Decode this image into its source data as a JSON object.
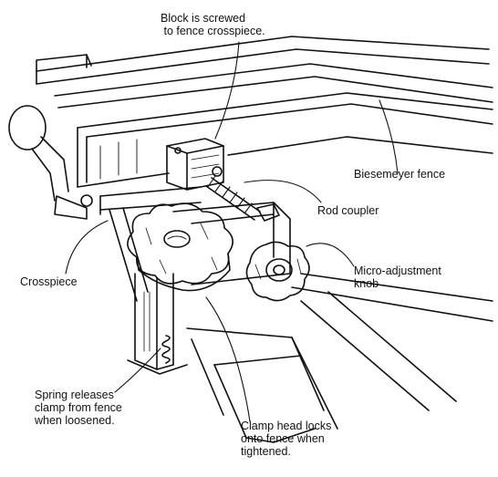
{
  "labels": {
    "block": "Block is screwed\n to fence crosspiece.",
    "fence": "Biesemeyer fence",
    "rod_coupler": "Rod coupler",
    "micro_adjust": "Micro-adjustment\nknob",
    "crosspiece": "Crosspiece",
    "spring": "Spring releases\nclamp from fence\nwhen loosened.",
    "clamp_head": "Clamp head locks\nonto fence when\ntightened."
  },
  "colors": {
    "ink": "#111111",
    "paper": "#ffffff"
  }
}
